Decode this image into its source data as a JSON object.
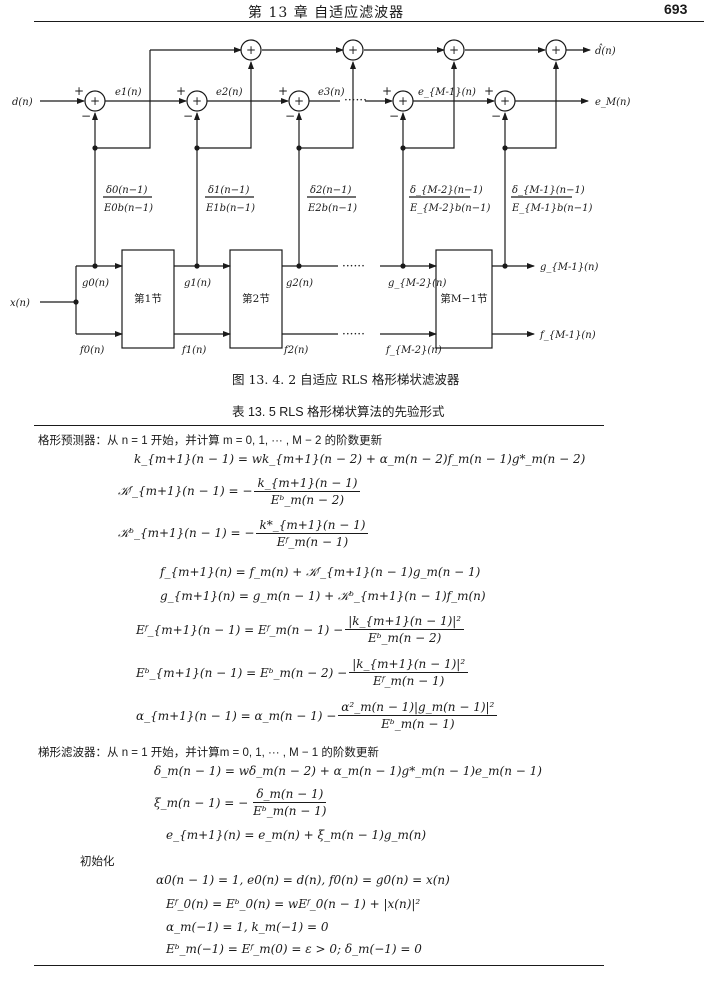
{
  "header": {
    "title": "第 13 章    自适应滤波器",
    "page_number": "693"
  },
  "diagram": {
    "input_d": "d(n)",
    "input_x": "x(n)",
    "output_dhat": "d̂(n)",
    "output_e": "e_M(n)",
    "output_g": "g_{M-1}(n)",
    "output_f": "f_{M-1}(n)",
    "stages": [
      "第1节",
      "第2节",
      "第M−1节"
    ],
    "errors": [
      "e1(n)",
      "e2(n)",
      "e3(n)",
      "e_{M-1}(n)"
    ],
    "b_labels": [
      "g0(n)",
      "g1(n)",
      "g2(n)",
      "g_{M-2}(n)"
    ],
    "f_labels": [
      "f0(n)",
      "f1(n)",
      "f2(n)",
      "f_{M-2}(n)"
    ],
    "gains": [
      {
        "num": "δ0(n−1)",
        "den": "E0b(n−1)"
      },
      {
        "num": "δ1(n−1)",
        "den": "E1b(n−1)"
      },
      {
        "num": "δ2(n−1)",
        "den": "E2b(n−1)"
      },
      {
        "num": "δ_{M-2}(n−1)",
        "den": "E_{M-2}b(n−1)"
      },
      {
        "num": "δ_{M-1}(n−1)",
        "den": "E_{M-1}b(n−1)"
      }
    ],
    "dots": "······",
    "plus": "+",
    "minus": "−"
  },
  "figure_caption": "图 13. 4. 2    自适应 RLS 格形梯状滤波器",
  "table_caption": "表 13. 5    RLS 格形梯状算法的先验形式",
  "lattice_section": "格形预测器：从 n = 1 开始，并计算 m = 0, 1, ··· , M − 2 的阶数更新",
  "ladder_section": "梯形滤波器：从 n = 1 开始，并计算m = 0, 1, ··· , M − 1 的阶数更新",
  "init_section": "初始化",
  "equations": {
    "k_lhs": "k_{m+1}(n − 1) =",
    "k_rhs": "wk_{m+1}(n − 2) + α_m(n − 2)f_m(n − 1)g*_m(n − 2)",
    "Kf_lhs": "𝒦ᶠ_{m+1}(n − 1) = −",
    "Kf_num": "k_{m+1}(n − 1)",
    "Kf_den": "Eᵇ_m(n − 2)",
    "Kb_lhs": "𝒦ᵇ_{m+1}(n − 1) = −",
    "Kb_num": "k*_{m+1}(n − 1)",
    "Kb_den": "Eᶠ_m(n − 1)",
    "f_eq": "f_{m+1}(n) = f_m(n) + 𝒦ᶠ_{m+1}(n − 1)g_m(n − 1)",
    "g_eq": "g_{m+1}(n) = g_m(n − 1) + 𝒦ᵇ_{m+1}(n − 1)f_m(n)",
    "Ef_lhs": "Eᶠ_{m+1}(n − 1) = Eᶠ_m(n − 1) −",
    "Ef_num": "|k_{m+1}(n − 1)|²",
    "Ef_den": "Eᵇ_m(n − 2)",
    "Eb_lhs": "Eᵇ_{m+1}(n − 1) = Eᵇ_m(n − 2) −",
    "Eb_num": "|k_{m+1}(n − 1)|²",
    "Eb_den": "Eᶠ_m(n − 1)",
    "a_lhs": "α_{m+1}(n − 1) = α_m(n − 1) −",
    "a_num": "α²_m(n − 1)|g_m(n − 1)|²",
    "a_den": "Eᵇ_m(n − 1)",
    "delta_eq": "δ_m(n − 1) = wδ_m(n − 2) + α_m(n − 1)g*_m(n − 1)e_m(n − 1)",
    "xi_lhs": "ξ_m(n − 1) = −",
    "xi_num": "δ_m(n − 1)",
    "xi_den": "Eᵇ_m(n − 1)",
    "e_eq": "e_{m+1}(n) = e_m(n) + ξ_m(n − 1)g_m(n)",
    "init1": "α0(n − 1) = 1,    e0(n) = d(n),    f0(n) = g0(n) = x(n)",
    "init2": "Eᶠ_0(n) = Eᵇ_0(n) = wEᶠ_0(n − 1) + |x(n)|²",
    "init3": "α_m(−1) = 1,    k_m(−1) = 0",
    "init4": "Eᵇ_m(−1) = Eᶠ_m(0) = ε > 0;    δ_m(−1) = 0"
  }
}
